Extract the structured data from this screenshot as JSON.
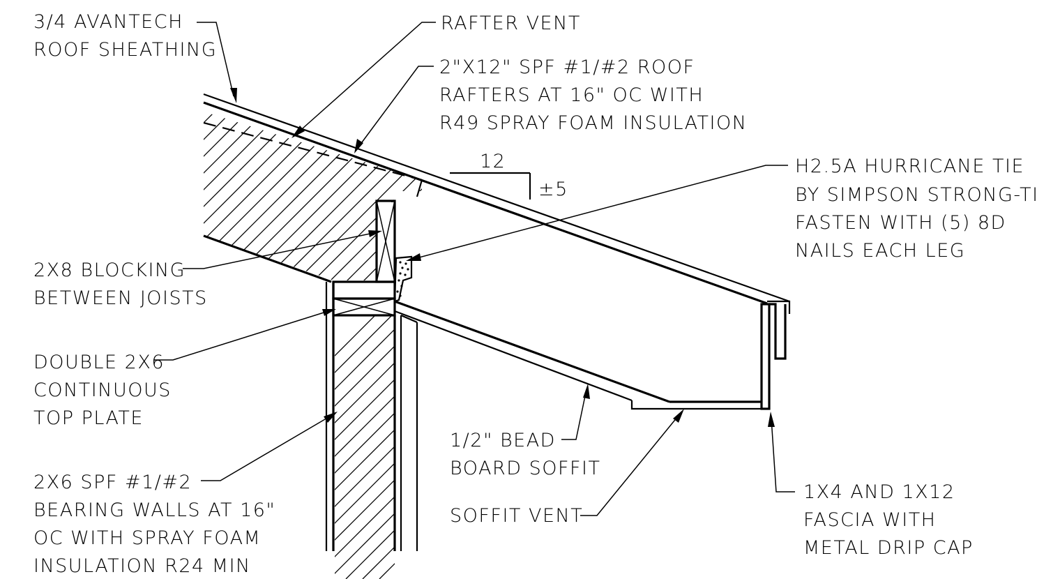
{
  "labels": {
    "sheathing": [
      "3/4 AVANTECH",
      "ROOF SHEATHING"
    ],
    "rafter_vent": [
      "RAFTER VENT"
    ],
    "rafters": [
      "2\"X12\" SPF #1/#2 ROOF",
      "RAFTERS AT 16\" OC WITH",
      "R49 SPRAY FOAM INSULATION"
    ],
    "hurricane_tie": [
      "H2.5A HURRICANE TIE",
      "BY SIMPSON STRONG-TIE",
      "FASTEN WITH (5) 8D",
      "NAILS EACH LEG"
    ],
    "blocking": [
      "2X8 BLOCKING",
      "BETWEEN JOISTS"
    ],
    "top_plate": [
      "DOUBLE 2X6",
      "CONTINUOUS",
      "TOP PLATE"
    ],
    "bearing_walls": [
      "2X6 SPF #1/#2",
      "BEARING WALLS AT 16\"",
      "OC WITH SPRAY FOAM",
      "INSULATION R24 MIN"
    ],
    "soffit": [
      "1/2\" BEAD",
      "BOARD SOFFIT"
    ],
    "soffit_vent": [
      "SOFFIT VENT"
    ],
    "fascia": [
      "1X4 AND 1X12",
      "FASCIA WITH",
      "METAL DRIP CAP"
    ]
  },
  "slope": {
    "run": "12",
    "rise": "±5"
  }
}
